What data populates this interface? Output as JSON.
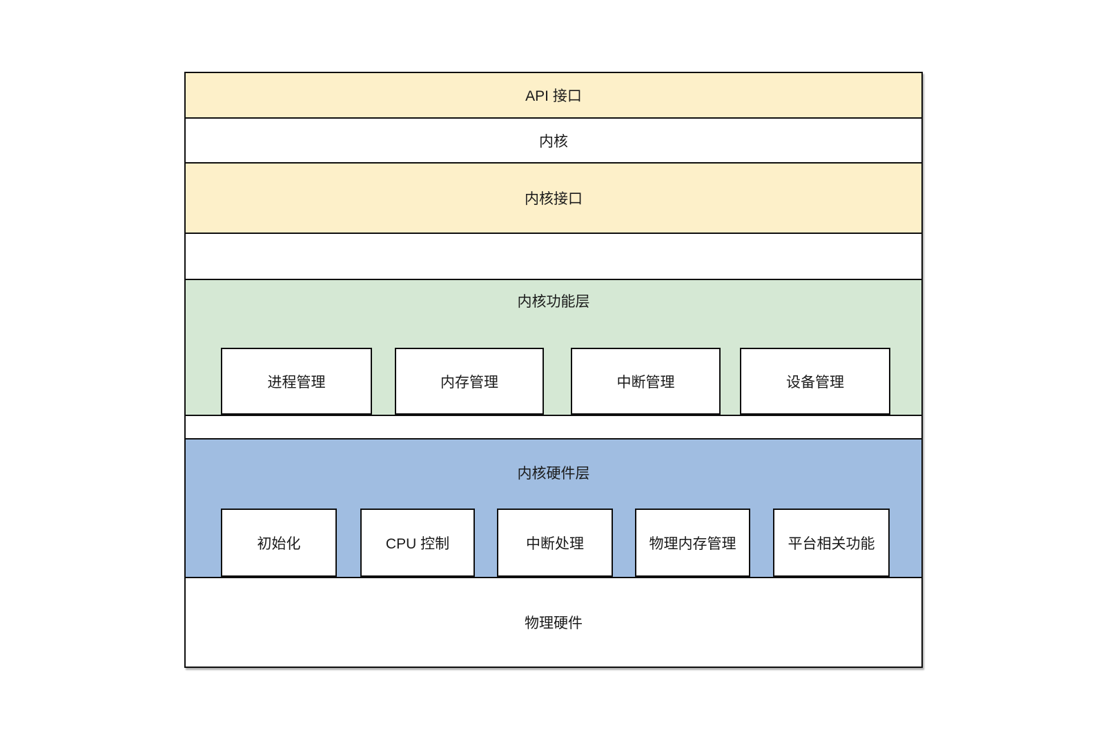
{
  "colors": {
    "band_yellow": "#fdf0c9",
    "band_green": "#d5e8d4",
    "band_blue": "#a0bde1",
    "box_white": "#ffffff",
    "border_black": "#0e0e0e"
  },
  "diagram": {
    "bands": {
      "api": {
        "label": "API 接口"
      },
      "kernel": {
        "label": "内核"
      },
      "kernel_interface": {
        "label": "内核接口"
      },
      "function_layer": {
        "label": "内核功能层",
        "boxes": [
          "进程管理",
          "内存管理",
          "中断管理",
          "设备管理"
        ]
      },
      "hardware_layer": {
        "label": "内核硬件层",
        "boxes": [
          "初始化",
          "CPU 控制",
          "中断处理",
          "物理内存管理",
          "平台相关功能"
        ]
      },
      "physical_hardware": {
        "label": "物理硬件"
      }
    }
  }
}
